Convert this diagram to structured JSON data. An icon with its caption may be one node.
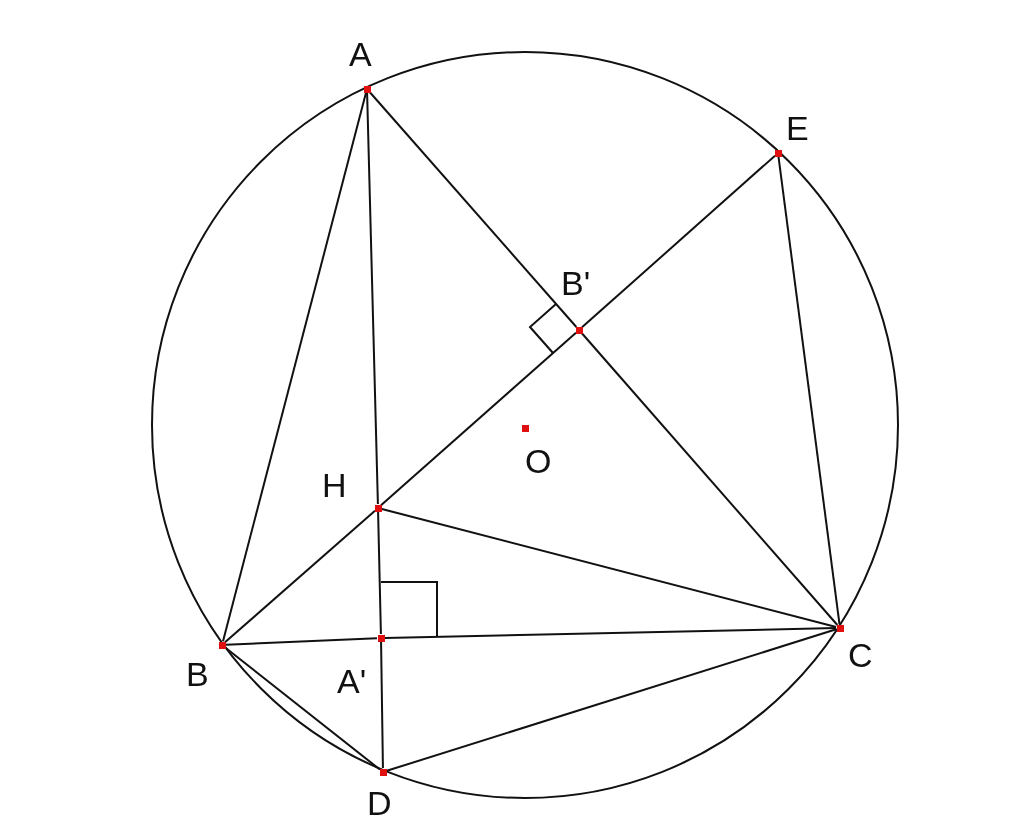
{
  "diagram": {
    "nodes": [
      {
        "text": [
          "A"
        ]
      },
      {
        "text": [
          "E"
        ]
      },
      {
        "text": [
          "B'"
        ]
      },
      {
        "text": [
          "O"
        ]
      },
      {
        "text": [
          "H"
        ]
      },
      {
        "text": [
          "B"
        ]
      },
      {
        "text": [
          "A'"
        ]
      },
      {
        "text": [
          "C"
        ]
      },
      {
        "text": [
          "D"
        ]
      }
    ],
    "edges": [
      {
        "from": 0,
        "to": 5,
        "arrow": "none"
      },
      {
        "from": 0,
        "to": 2,
        "arrow": "none"
      },
      {
        "from": 2,
        "to": 7,
        "arrow": "none"
      },
      {
        "from": 0,
        "to": 4,
        "arrow": "none"
      },
      {
        "from": 4,
        "to": 6,
        "arrow": "none"
      },
      {
        "from": 6,
        "to": 8,
        "arrow": "none"
      },
      {
        "from": 5,
        "to": 6,
        "arrow": "none"
      },
      {
        "from": 6,
        "to": 7,
        "arrow": "none"
      },
      {
        "from": 1,
        "to": 2,
        "arrow": "none"
      },
      {
        "from": 2,
        "to": 4,
        "arrow": "none"
      },
      {
        "from": 1,
        "to": 7,
        "arrow": "none"
      },
      {
        "from": 4,
        "to": 5,
        "arrow": "none"
      },
      {
        "from": 4,
        "to": 7,
        "arrow": "none"
      },
      {
        "from": 5,
        "to": 8,
        "arrow": "none"
      },
      {
        "from": 8,
        "to": 7,
        "arrow": "none"
      }
    ]
  }
}
